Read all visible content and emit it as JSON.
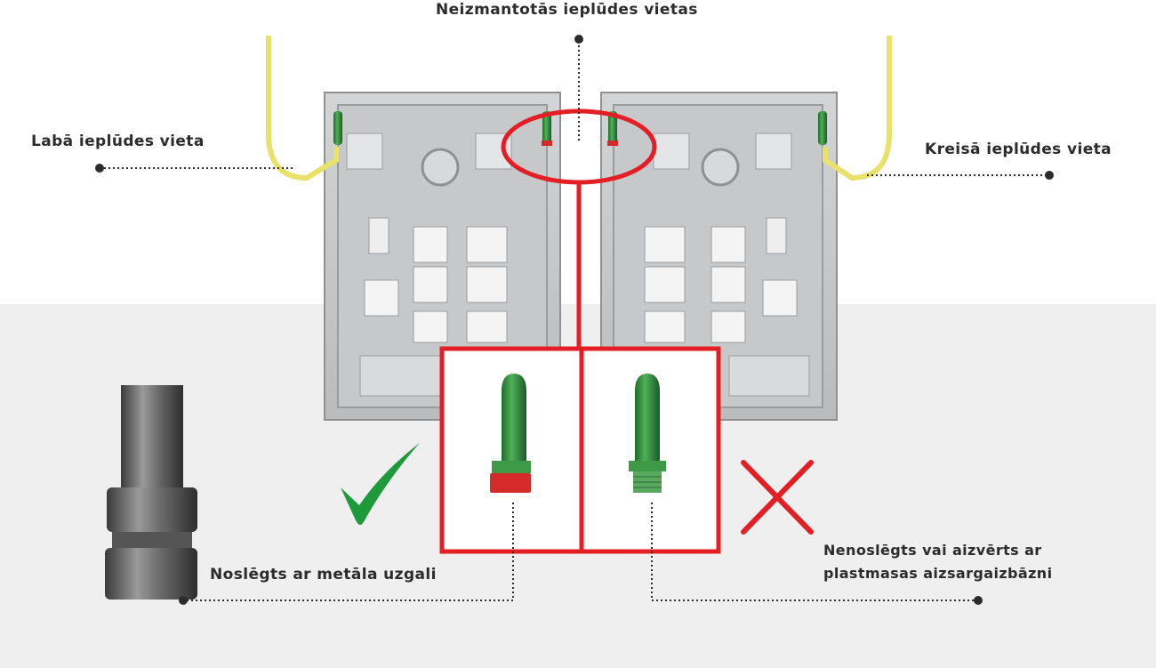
{
  "labels": {
    "unused_inlets": "Neizmantotās ieplūdes vietas",
    "right_inlet": "Labā ieplūdes vieta",
    "left_inlet": "Kreisā ieplūdes vieta",
    "sealed_metal_cap": "Noslēgts ar metāla uzgali",
    "unsealed_line1": "Nenoslēgts vai aizvērts ar",
    "unsealed_line2": "plastmasas aizsargaizbāzni"
  },
  "colors": {
    "highlight_red": "#e31e24",
    "check_green": "#1e9a3a",
    "cross_red": "#e31e24",
    "hose_yellow": "#e8e26a",
    "valve_green": "#2e8b3a",
    "cap_red": "#d42a2a",
    "panel_grey": "#c4c6c8",
    "floor_grey": "#efeff0"
  }
}
